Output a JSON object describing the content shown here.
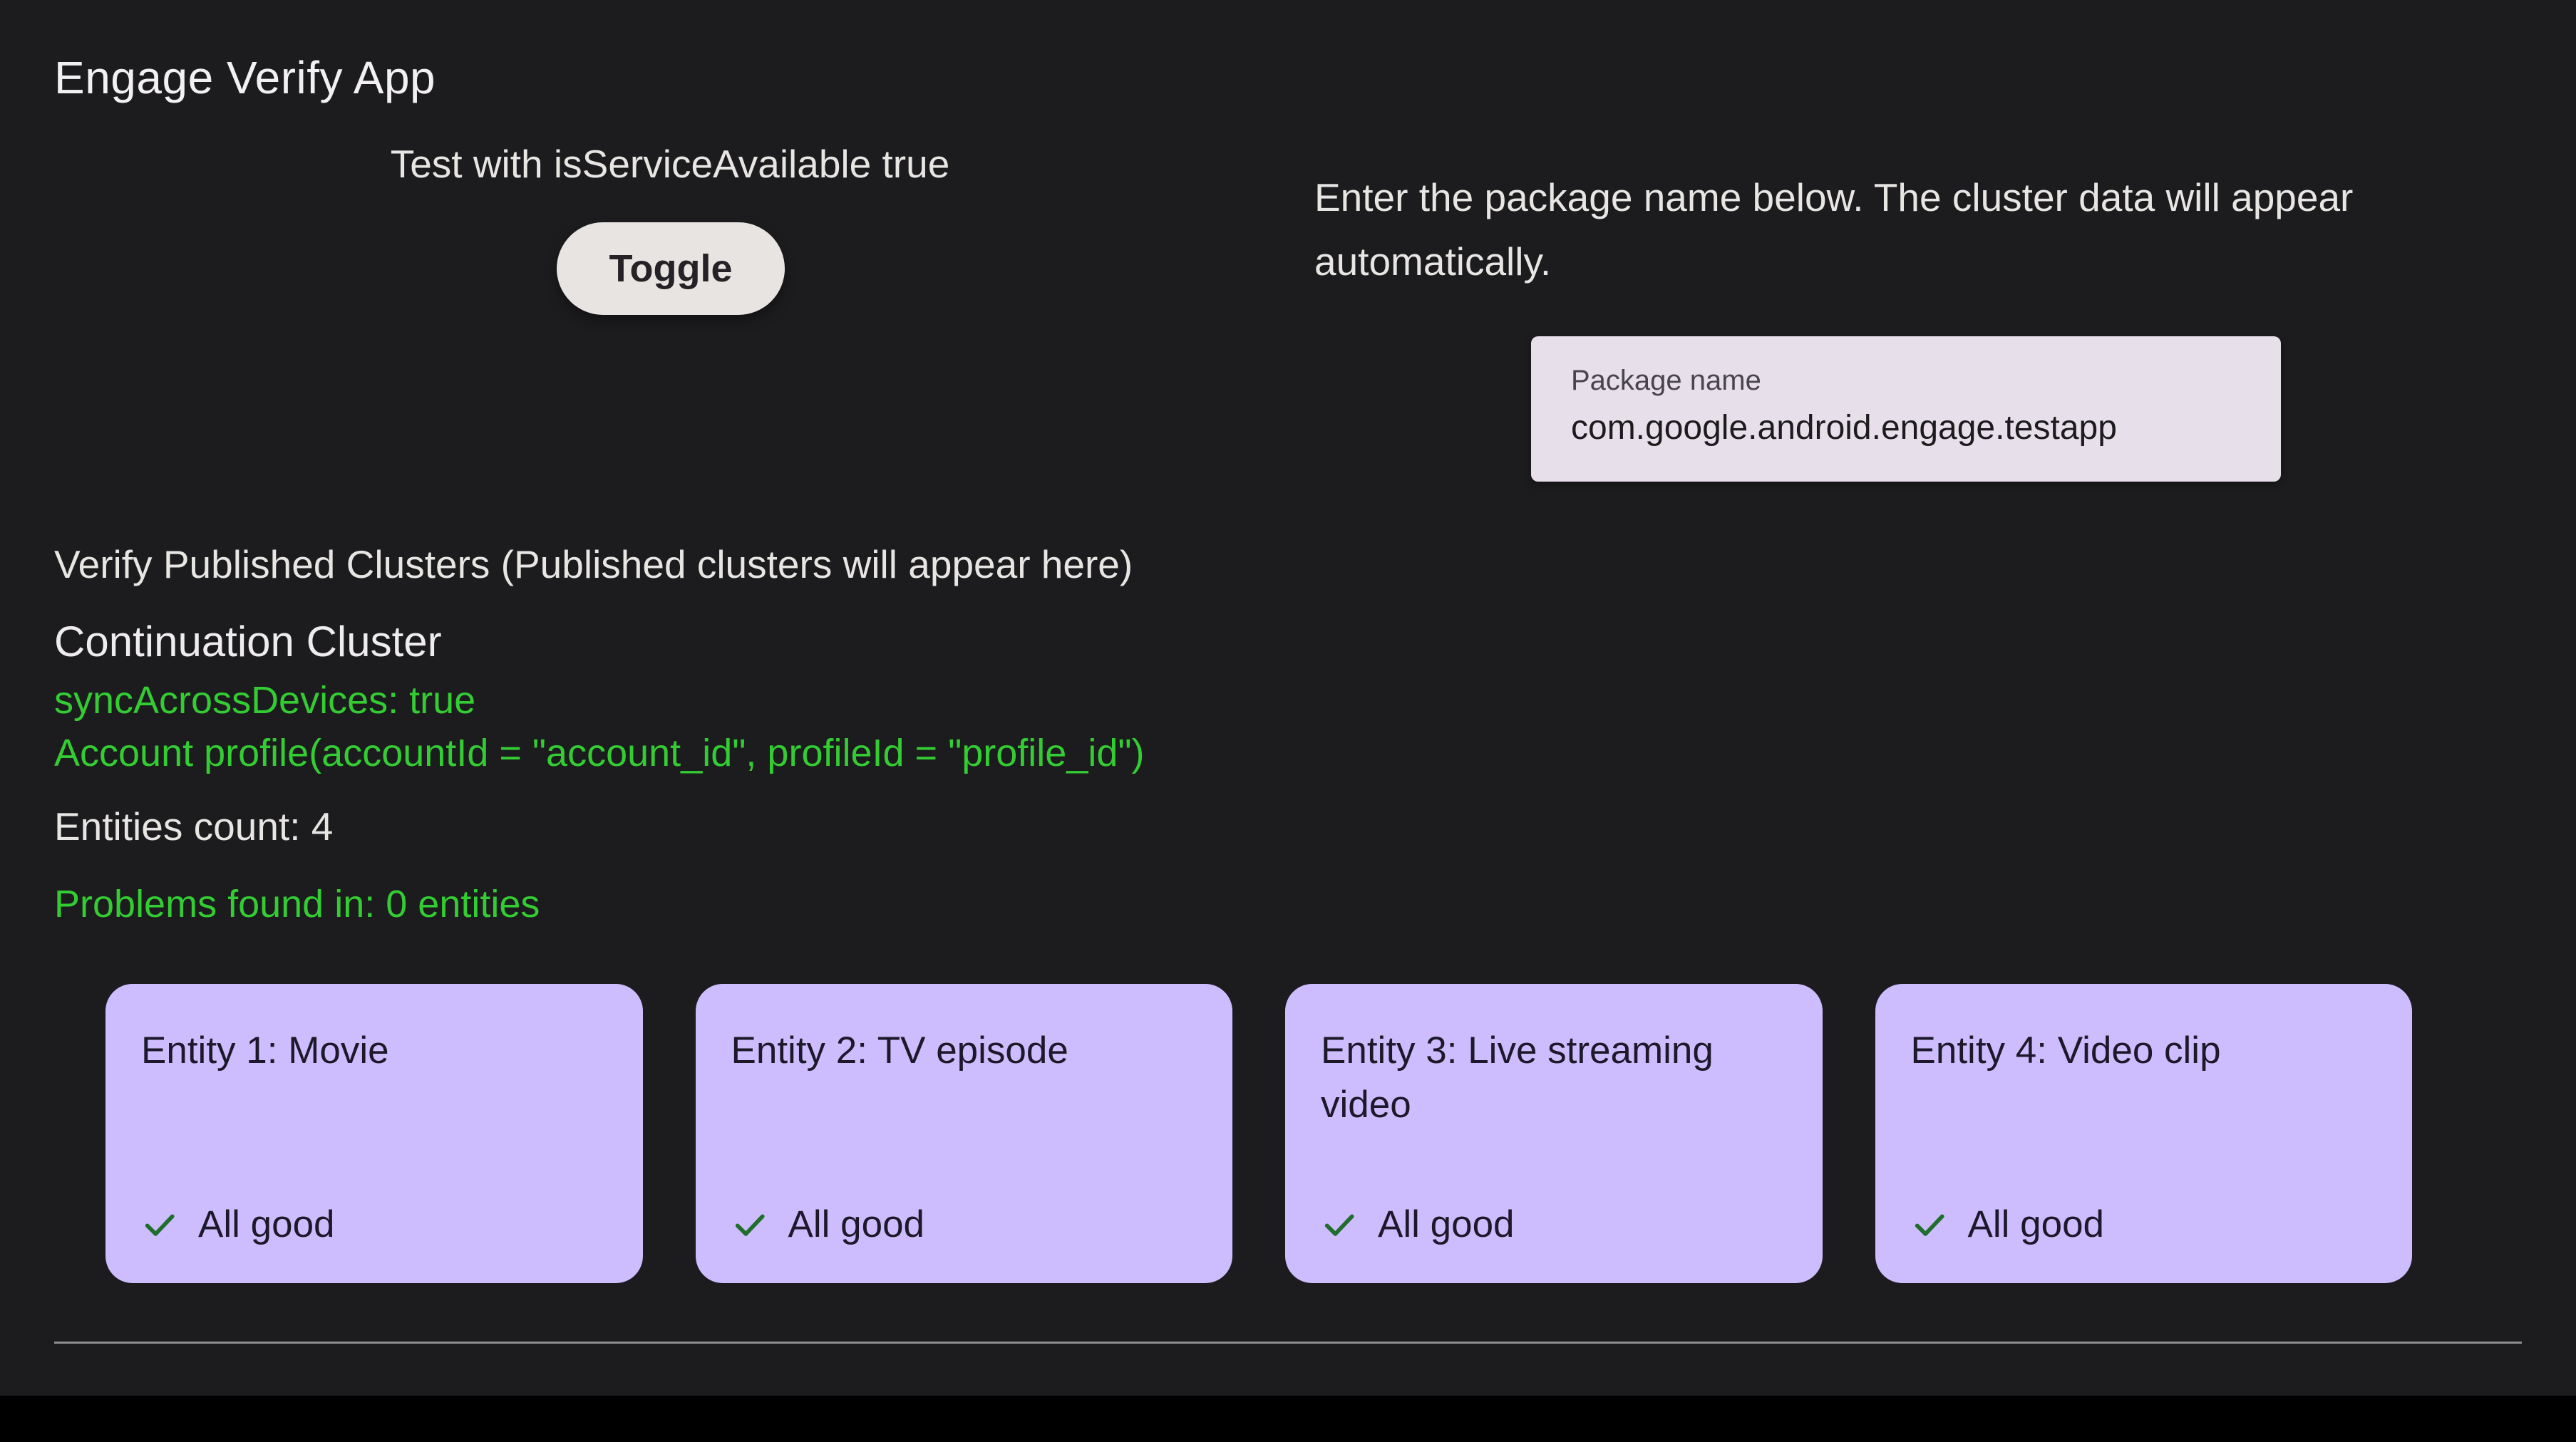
{
  "app": {
    "title": "Engage Verify App"
  },
  "service_toggle": {
    "label": "Test with isServiceAvailable true",
    "button_label": "Toggle"
  },
  "package_section": {
    "instructions": "Enter the package name below. The cluster data will appear automatically.",
    "field_label": "Package name",
    "field_value": "com.google.android.engage.testapp"
  },
  "clusters": {
    "section_title": "Verify Published Clusters (Published clusters will appear here)",
    "cluster_title": "Continuation Cluster",
    "sync_line": "syncAcrossDevices: true",
    "account_line": "Account profile(accountId = \"account_id\", profileId = \"profile_id\")",
    "entities_count": "Entities count: 4",
    "problems_line": "Problems found in: 0 entities",
    "entities": [
      {
        "title": "Entity 1: Movie",
        "status": "All good"
      },
      {
        "title": "Entity 2: TV episode",
        "status": "All good"
      },
      {
        "title": "Entity 3: Live streaming video",
        "status": "All good"
      },
      {
        "title": "Entity 4: Video clip",
        "status": "All good"
      }
    ]
  },
  "colors": {
    "background": "#1c1b1e",
    "green_text": "#33cc33",
    "card_background": "#cdbdff",
    "card_text": "#1d192b",
    "check_green": "#1f6e2c",
    "toggle_background": "#e8e4e2",
    "field_background": "#e7e0ea"
  }
}
